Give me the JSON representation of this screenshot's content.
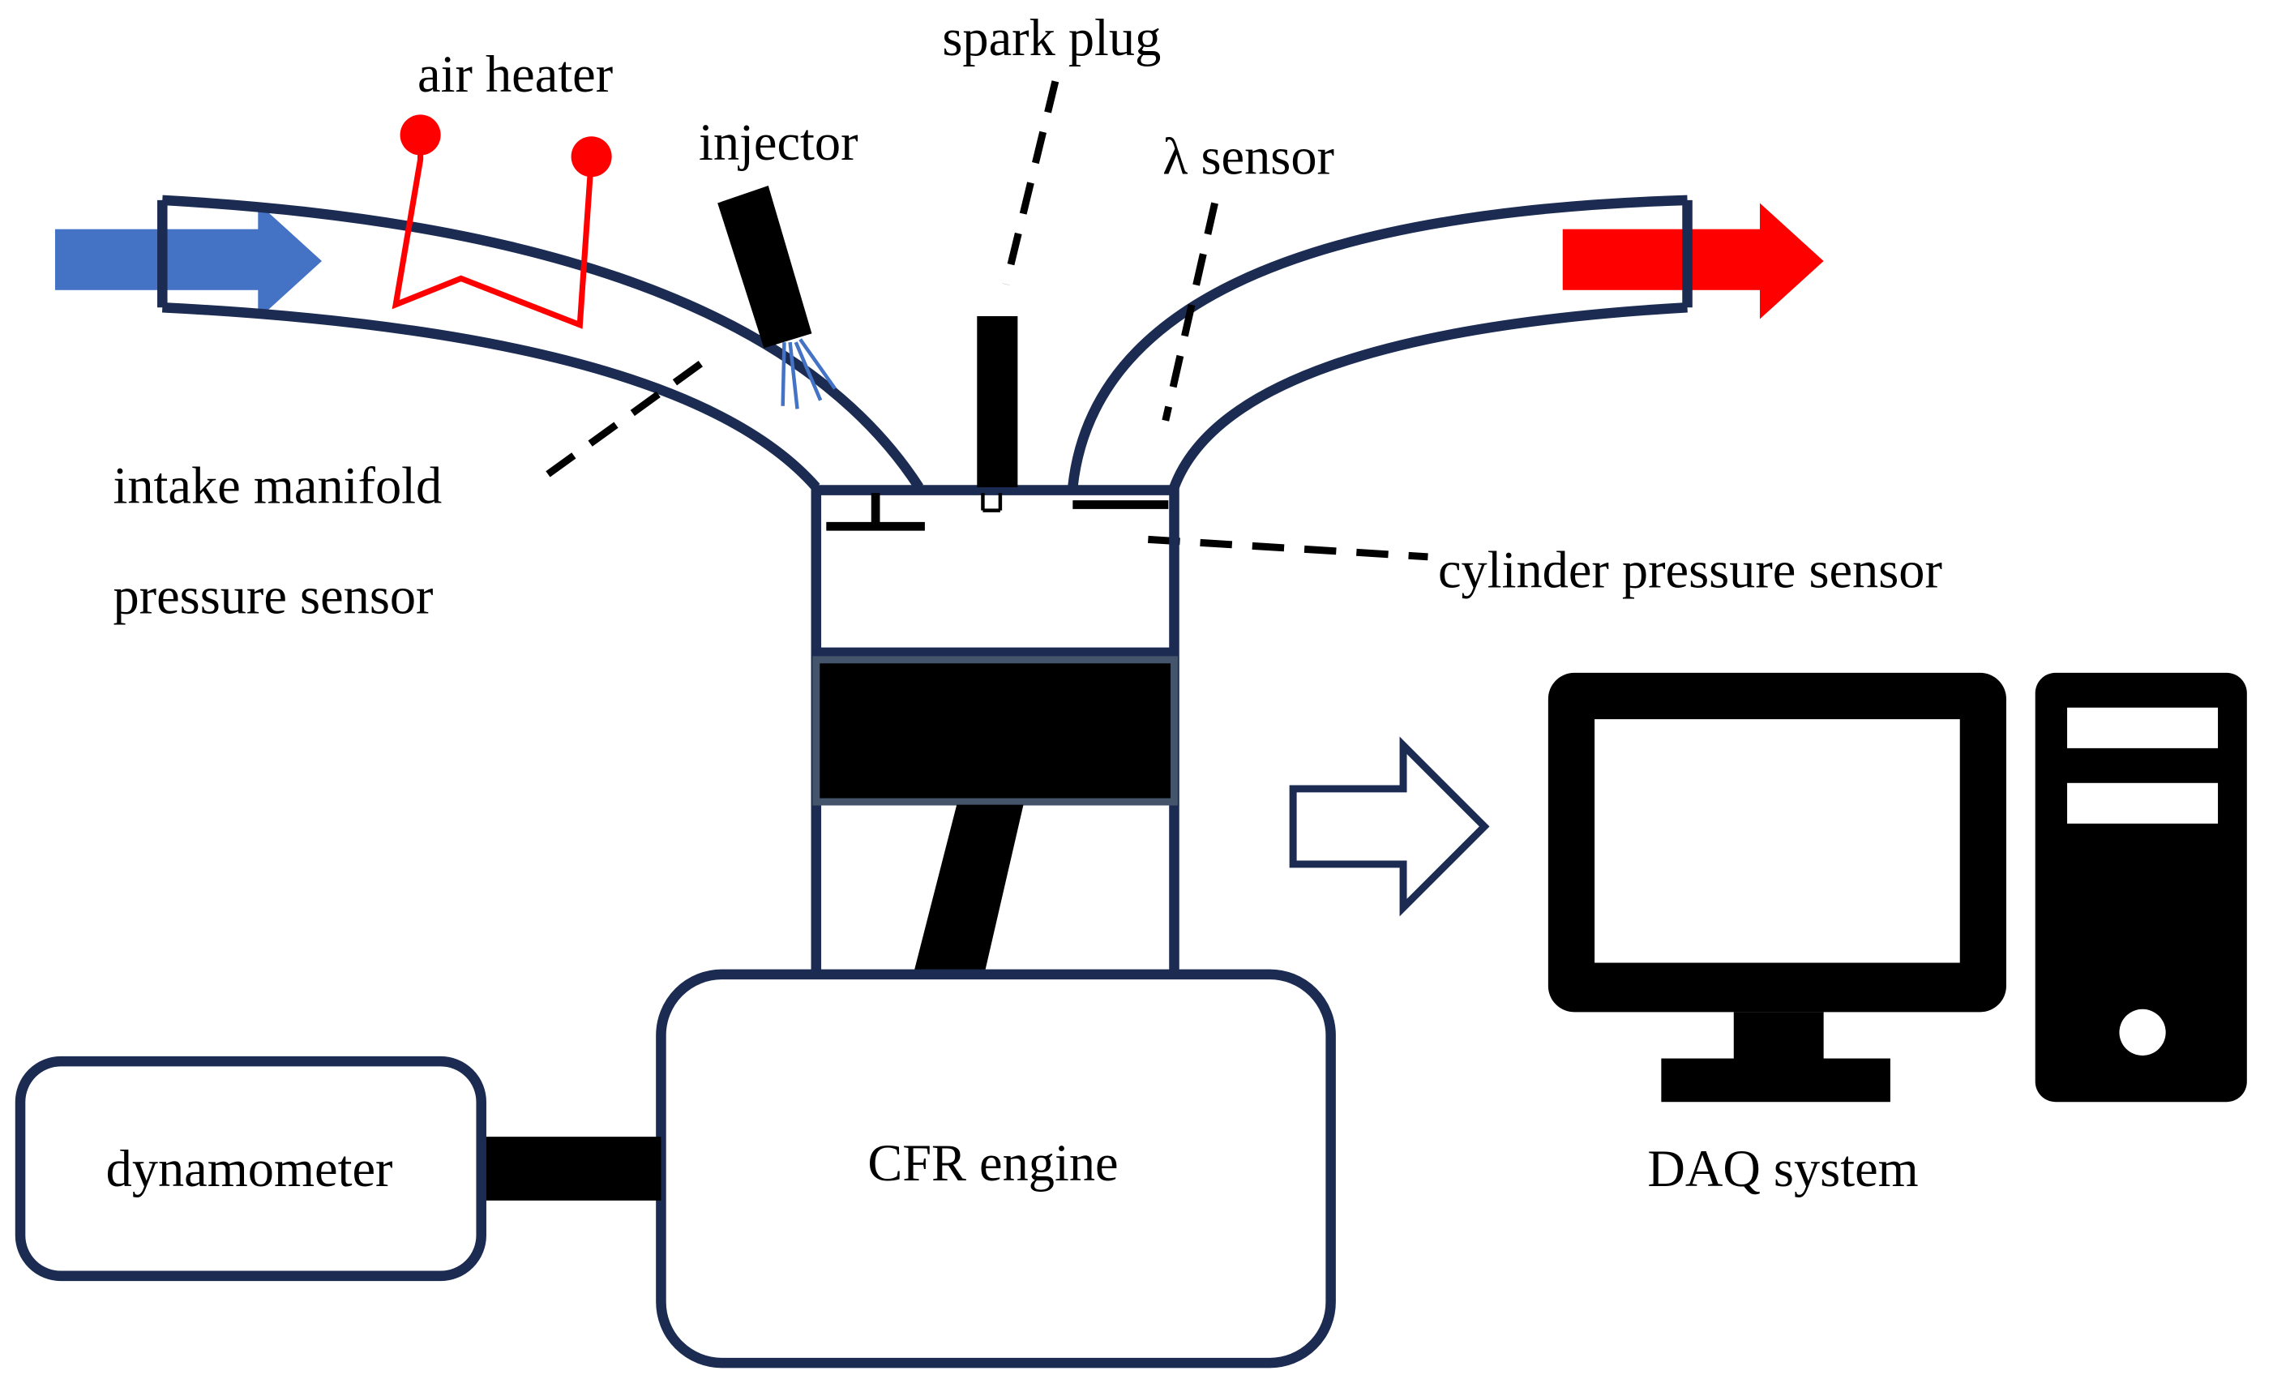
{
  "labels": {
    "air_heater": "air heater",
    "injector": "injector",
    "spark_plug": "spark plug",
    "lambda_sensor": "λ sensor",
    "intake_pressure_line1": "intake manifold",
    "intake_pressure_line2": "pressure sensor",
    "cylinder_pressure": "cylinder pressure sensor",
    "dynamometer": "dynamometer",
    "cfr_engine": "CFR engine",
    "daq_system": "DAQ system"
  },
  "colors": {
    "intake_arrow": "#4472c4",
    "exhaust_arrow": "#ff0000",
    "heater": "#ff0000",
    "outline": "#1b2b52",
    "spray": "#4472c4",
    "solid": "#000000"
  },
  "icons": {
    "daq": "desktop-computer-icon"
  }
}
